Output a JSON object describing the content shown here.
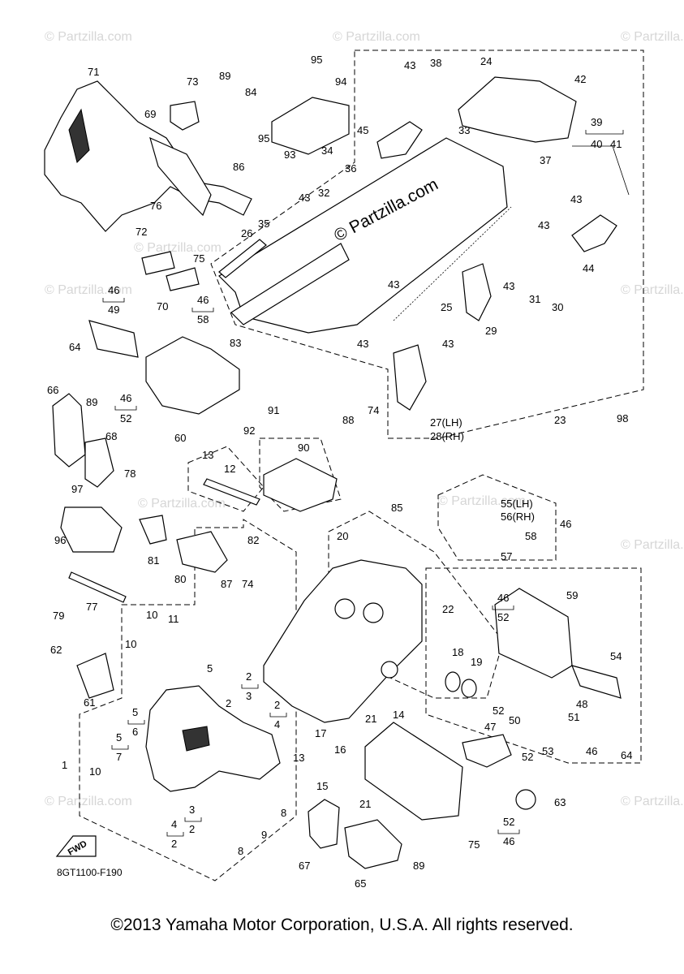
{
  "diagram_code": "8GT1100-F190",
  "fwd_label": "FWD",
  "center_watermark": "© Partzilla.com",
  "corner_watermark": "© Partzilla.com",
  "copyright": "©2013 Yamaha Motor Corporation, U.S.A. All rights reserved.",
  "callouts": [
    {
      "id": "71",
      "text": "71"
    },
    {
      "id": "73",
      "text": "73"
    },
    {
      "id": "69",
      "text": "69"
    },
    {
      "id": "89a",
      "text": "89"
    },
    {
      "id": "84",
      "text": "84"
    },
    {
      "id": "95a",
      "text": "95"
    },
    {
      "id": "94",
      "text": "94"
    },
    {
      "id": "95b",
      "text": "95"
    },
    {
      "id": "93",
      "text": "93"
    },
    {
      "id": "86",
      "text": "86"
    },
    {
      "id": "76",
      "text": "76"
    },
    {
      "id": "43a",
      "text": "43"
    },
    {
      "id": "38",
      "text": "38"
    },
    {
      "id": "24",
      "text": "24"
    },
    {
      "id": "42",
      "text": "42"
    },
    {
      "id": "45",
      "text": "45"
    },
    {
      "id": "33",
      "text": "33"
    },
    {
      "id": "39",
      "text": "39"
    },
    {
      "id": "40",
      "text": "40"
    },
    {
      "id": "41",
      "text": "41"
    },
    {
      "id": "34",
      "text": "34"
    },
    {
      "id": "36",
      "text": "36"
    },
    {
      "id": "32",
      "text": "32"
    },
    {
      "id": "43b",
      "text": "43"
    },
    {
      "id": "37",
      "text": "37"
    },
    {
      "id": "43c",
      "text": "43"
    },
    {
      "id": "43d",
      "text": "43"
    },
    {
      "id": "72",
      "text": "72"
    },
    {
      "id": "26",
      "text": "26"
    },
    {
      "id": "35",
      "text": "35"
    },
    {
      "id": "75a",
      "text": "75"
    },
    {
      "id": "70",
      "text": "70"
    },
    {
      "id": "44",
      "text": "44"
    },
    {
      "id": "43e",
      "text": "43"
    },
    {
      "id": "31",
      "text": "31"
    },
    {
      "id": "30",
      "text": "30"
    },
    {
      "id": "43f",
      "text": "43"
    },
    {
      "id": "25",
      "text": "25"
    },
    {
      "id": "29",
      "text": "29"
    },
    {
      "id": "46a",
      "text": "46"
    },
    {
      "id": "49",
      "text": "49"
    },
    {
      "id": "46b",
      "text": "46"
    },
    {
      "id": "58a",
      "text": "58"
    },
    {
      "id": "64a",
      "text": "64"
    },
    {
      "id": "83",
      "text": "83"
    },
    {
      "id": "43g",
      "text": "43"
    },
    {
      "id": "43h",
      "text": "43"
    },
    {
      "id": "66",
      "text": "66"
    },
    {
      "id": "89b",
      "text": "89"
    },
    {
      "id": "46c",
      "text": "46"
    },
    {
      "id": "52a",
      "text": "52"
    },
    {
      "id": "68",
      "text": "68"
    },
    {
      "id": "60",
      "text": "60"
    },
    {
      "id": "88",
      "text": "88"
    },
    {
      "id": "74a",
      "text": "74"
    },
    {
      "id": "27",
      "text": "27(LH)"
    },
    {
      "id": "28",
      "text": "28(RH)"
    },
    {
      "id": "23",
      "text": "23"
    },
    {
      "id": "98",
      "text": "98"
    },
    {
      "id": "91",
      "text": "91"
    },
    {
      "id": "92",
      "text": "92"
    },
    {
      "id": "90",
      "text": "90"
    },
    {
      "id": "13a",
      "text": "13"
    },
    {
      "id": "12",
      "text": "12"
    },
    {
      "id": "78",
      "text": "78"
    },
    {
      "id": "97",
      "text": "97"
    },
    {
      "id": "55",
      "text": "55(LH)"
    },
    {
      "id": "56",
      "text": "56(RH)"
    },
    {
      "id": "46d",
      "text": "46"
    },
    {
      "id": "85",
      "text": "85"
    },
    {
      "id": "20",
      "text": "20"
    },
    {
      "id": "58b",
      "text": "58"
    },
    {
      "id": "96",
      "text": "96"
    },
    {
      "id": "82",
      "text": "82"
    },
    {
      "id": "81",
      "text": "81"
    },
    {
      "id": "57",
      "text": "57"
    },
    {
      "id": "80",
      "text": "80"
    },
    {
      "id": "87",
      "text": "87"
    },
    {
      "id": "74b",
      "text": "74"
    },
    {
      "id": "59",
      "text": "59"
    },
    {
      "id": "46e",
      "text": "46"
    },
    {
      "id": "52b",
      "text": "52"
    },
    {
      "id": "79",
      "text": "79"
    },
    {
      "id": "77",
      "text": "77"
    },
    {
      "id": "22",
      "text": "22"
    },
    {
      "id": "10a",
      "text": "10"
    },
    {
      "id": "11",
      "text": "11"
    },
    {
      "id": "62",
      "text": "62"
    },
    {
      "id": "10b",
      "text": "10"
    },
    {
      "id": "18",
      "text": "18"
    },
    {
      "id": "19",
      "text": "19"
    },
    {
      "id": "54",
      "text": "54"
    },
    {
      "id": "5a",
      "text": "5"
    },
    {
      "id": "2a",
      "text": "2"
    },
    {
      "id": "3a",
      "text": "3"
    },
    {
      "id": "61",
      "text": "61"
    },
    {
      "id": "2b",
      "text": "2"
    },
    {
      "id": "48",
      "text": "48"
    },
    {
      "id": "2c",
      "text": "2"
    },
    {
      "id": "4a",
      "text": "4"
    },
    {
      "id": "5b",
      "text": "5"
    },
    {
      "id": "6",
      "text": "6"
    },
    {
      "id": "52c",
      "text": "52"
    },
    {
      "id": "51",
      "text": "51"
    },
    {
      "id": "21a",
      "text": "21"
    },
    {
      "id": "14",
      "text": "14"
    },
    {
      "id": "50",
      "text": "50"
    },
    {
      "id": "5c",
      "text": "5"
    },
    {
      "id": "7",
      "text": "7"
    },
    {
      "id": "47",
      "text": "47"
    },
    {
      "id": "17",
      "text": "17"
    },
    {
      "id": "53",
      "text": "53"
    },
    {
      "id": "46f",
      "text": "46"
    },
    {
      "id": "64b",
      "text": "64"
    },
    {
      "id": "1",
      "text": "1"
    },
    {
      "id": "16",
      "text": "16"
    },
    {
      "id": "13b",
      "text": "13"
    },
    {
      "id": "52d",
      "text": "52"
    },
    {
      "id": "10c",
      "text": "10"
    },
    {
      "id": "15",
      "text": "15"
    },
    {
      "id": "21b",
      "text": "21"
    },
    {
      "id": "63",
      "text": "63"
    },
    {
      "id": "3b",
      "text": "3"
    },
    {
      "id": "2d",
      "text": "2"
    },
    {
      "id": "8a",
      "text": "8"
    },
    {
      "id": "9",
      "text": "9"
    },
    {
      "id": "4b",
      "text": "4"
    },
    {
      "id": "2e",
      "text": "2"
    },
    {
      "id": "52e",
      "text": "52"
    },
    {
      "id": "46g",
      "text": "46"
    },
    {
      "id": "67",
      "text": "67"
    },
    {
      "id": "75b",
      "text": "75"
    },
    {
      "id": "8b",
      "text": "8"
    },
    {
      "id": "89c",
      "text": "89"
    },
    {
      "id": "65",
      "text": "65"
    }
  ]
}
